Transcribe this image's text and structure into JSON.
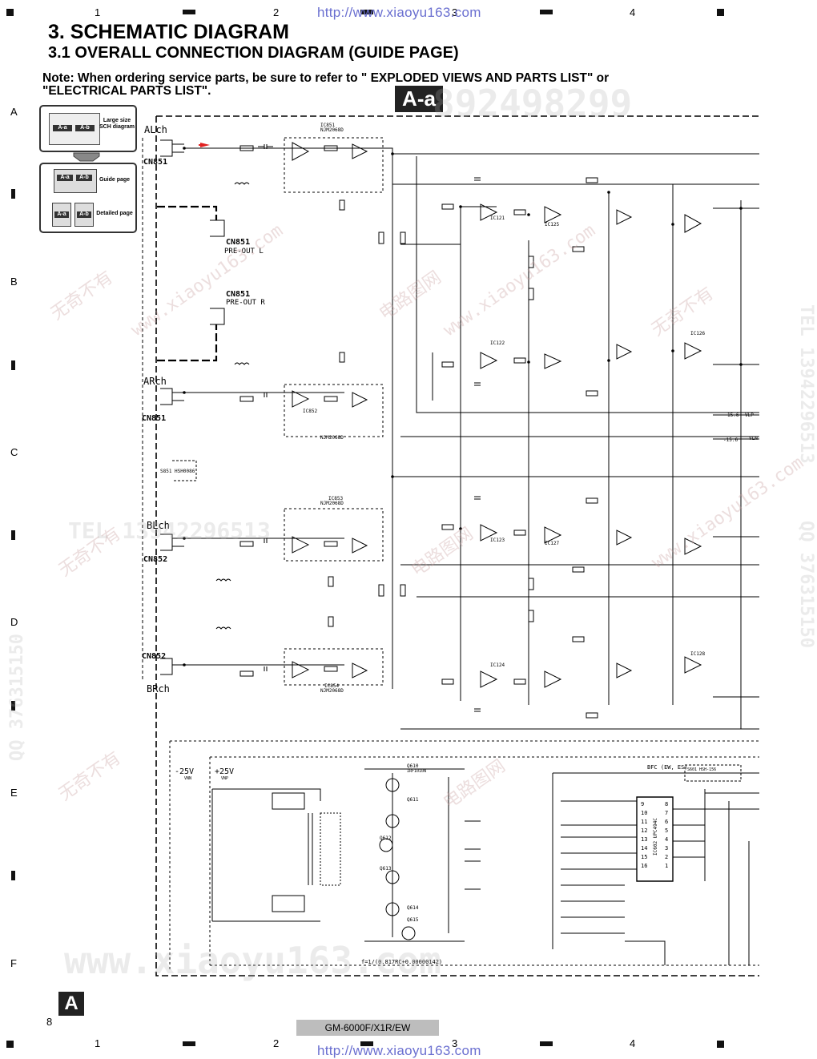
{
  "header": {
    "columns": [
      "1",
      "2",
      "3",
      "4"
    ],
    "url": "http://www.xiaoyu163.com"
  },
  "title": {
    "main": "3. SCHEMATIC DIAGRAM",
    "sub": "3.1 OVERALL CONNECTION DIAGRAM (GUIDE PAGE)"
  },
  "note": {
    "line1": "Note: When ordering service parts, be sure to refer to \" EXPLODED VIEWS AND PARTS LIST\" or",
    "line2": "\"ELECTRICAL PARTS LIST\"."
  },
  "section_badge": "A-a",
  "rows": [
    "A",
    "B",
    "C",
    "D",
    "E",
    "F"
  ],
  "guide_box": {
    "top_label_1": "Large size",
    "top_label_2": "SCH diagram",
    "cell_a": "A-a",
    "cell_b": "A-b",
    "guide_label": "Guide page",
    "detailed_label": "Detailed page"
  },
  "watermarks": [
    "无奇不有",
    "电路图网",
    "www.xiaoyu163.com",
    "TEL 13942296513",
    "QQ 376315150",
    "892498299"
  ],
  "schematic": {
    "channels": [
      "ALch",
      "ARch",
      "BLch",
      "BRch"
    ],
    "connectors": [
      "CN851",
      "CN851",
      "CN852",
      "CN852"
    ],
    "pre_out": [
      {
        "ref": "CN851",
        "label": "PRE-OUT L"
      },
      {
        "ref": "CN851",
        "label": "PRE-OUT R"
      }
    ],
    "ic_labels": [
      "IC851",
      "IC852",
      "IC853",
      "IC854",
      "IC121",
      "IC122",
      "IC123",
      "IC124",
      "IC125",
      "IC126",
      "IC127",
      "IC128"
    ],
    "ic_part": "NJM2068D",
    "switch": "S851 HSH0086",
    "rails": [
      "15.6",
      "VLP",
      "-15.6",
      "VLN"
    ],
    "power": {
      "neg": "-25V",
      "pos": "+25V",
      "neg_node": "VNN",
      "pos_node": "VNP",
      "transistors": [
        "Q610",
        "Q611",
        "Q612",
        "Q613",
        "Q614",
        "Q615"
      ],
      "fet_part": "IRF1010N",
      "controller": "IC602 UPC494C",
      "bfc": "BFC (EW, ES)",
      "s601": "S601 HSH-156",
      "formula": "f=1/(0.817RC+0.00000142)",
      "ic_pins_left": [
        "9",
        "10",
        "11",
        "12",
        "13",
        "14",
        "15",
        "16"
      ],
      "ic_pins_right": [
        "8",
        "7",
        "6",
        "5",
        "4",
        "3",
        "2",
        "1"
      ]
    }
  },
  "footer": {
    "page_number": "8",
    "sheet_letter": "A",
    "model": "GM-6000F/X1R/EW",
    "url": "http://www.xiaoyu163.com"
  }
}
